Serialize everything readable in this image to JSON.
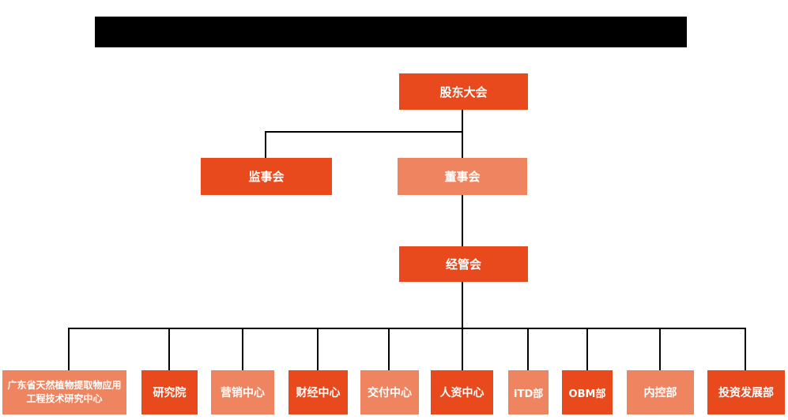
{
  "colors": {
    "primary": "#E8491D",
    "secondary": "#EF8560",
    "line": "#000000",
    "text": "#FFFFFF"
  },
  "org_chart": {
    "type": "org-tree",
    "nodes": [
      {
        "id": "shareholders",
        "label": "股东大会",
        "tone": "primary",
        "level": 1,
        "parent": null
      },
      {
        "id": "supervisory-board",
        "label": "监事会",
        "tone": "primary",
        "level": 2,
        "parent": "shareholders"
      },
      {
        "id": "board-of-directors",
        "label": "董事会",
        "tone": "secondary",
        "level": 2,
        "parent": "shareholders"
      },
      {
        "id": "management-committee",
        "label": "经管会",
        "tone": "primary",
        "level": 3,
        "parent": "board-of-directors"
      },
      {
        "id": "guangdong-research-center",
        "label": "广东省天然植物提取物应用工程技术研究中心",
        "tone": "secondary",
        "level": 4,
        "parent": "management-committee"
      },
      {
        "id": "research-institute",
        "label": "研究院",
        "tone": "primary",
        "level": 4,
        "parent": "management-committee"
      },
      {
        "id": "marketing-center",
        "label": "营销中心",
        "tone": "secondary",
        "level": 4,
        "parent": "management-committee"
      },
      {
        "id": "finance-center",
        "label": "财经中心",
        "tone": "primary",
        "level": 4,
        "parent": "management-committee"
      },
      {
        "id": "delivery-center",
        "label": "交付中心",
        "tone": "secondary",
        "level": 4,
        "parent": "management-committee"
      },
      {
        "id": "hr-center",
        "label": "人资中心",
        "tone": "primary",
        "level": 4,
        "parent": "management-committee"
      },
      {
        "id": "itd-department",
        "label": "ITD部",
        "tone": "secondary",
        "level": 4,
        "parent": "management-committee"
      },
      {
        "id": "obm-department",
        "label": "OBM部",
        "tone": "primary",
        "level": 4,
        "parent": "management-committee"
      },
      {
        "id": "internal-control-department",
        "label": "内控部",
        "tone": "secondary",
        "level": 4,
        "parent": "management-committee"
      },
      {
        "id": "investment-development-department",
        "label": "投资发展部",
        "tone": "primary",
        "level": 4,
        "parent": "management-committee"
      }
    ]
  }
}
